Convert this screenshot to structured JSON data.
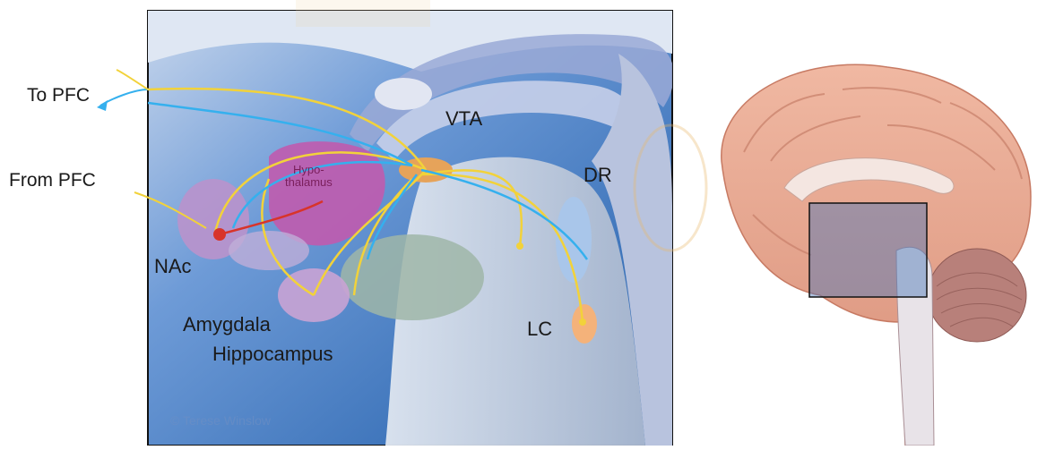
{
  "labels": {
    "to_pfc": "To PFC",
    "from_pfc": "From PFC",
    "vta": "VTA",
    "dr": "DR",
    "nac": "NAc",
    "amygdala": "Amygdala",
    "hippocampus": "Hippocampus",
    "lc": "LC",
    "hypothalamus_line1": "Hypo-",
    "hypothalamus_line2": "thalamus",
    "copyright": "© Terese Winslow"
  },
  "colors": {
    "dopamine_pathway": "#f2d23a",
    "serotonin_pathway": "#35b0ee",
    "norepinephrine_pathway": "#d8342a",
    "panel_blue": "#2f78c8",
    "brain_tissue": "#e3a38d",
    "watermark": "#e9b86a"
  }
}
